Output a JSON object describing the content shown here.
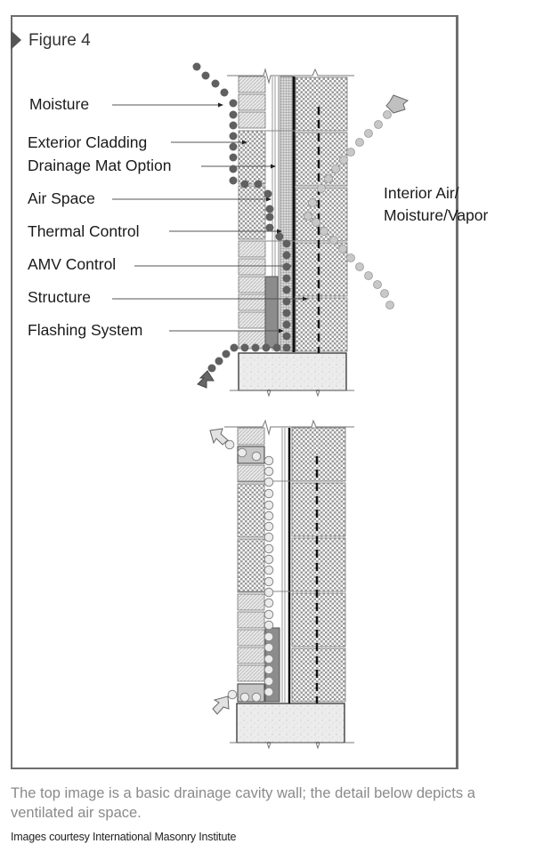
{
  "figure": {
    "title": "Figure 4",
    "labels": [
      {
        "id": "moisture",
        "text": "Moisture"
      },
      {
        "id": "exterior-cladding",
        "text": "Exterior Cladding"
      },
      {
        "id": "drainage-mat",
        "text": "Drainage Mat Option"
      },
      {
        "id": "air-space",
        "text": "Air Space"
      },
      {
        "id": "thermal-control",
        "text": "Thermal Control"
      },
      {
        "id": "amv-control",
        "text": "AMV Control"
      },
      {
        "id": "structure",
        "text": "Structure"
      },
      {
        "id": "flashing-system",
        "text": "Flashing System"
      }
    ],
    "interior_label_line1": "Interior Air/",
    "interior_label_line2": "Moisture/Vapor",
    "top_detail": "basic drainage cavity wall",
    "bottom_detail": "ventilated air space",
    "colors": {
      "frame": "#6e6e6e",
      "moisture_dots": "#5f5f5f",
      "vapor_dots": "#c8c8c8",
      "ventilation_dots": "#e6e6e6",
      "caption": "#8a8a8a"
    }
  },
  "caption": "The top image is a basic drainage cavity wall; the detail below depicts a ventilated air space.",
  "credit": "Images courtesy International Masonry Institute"
}
